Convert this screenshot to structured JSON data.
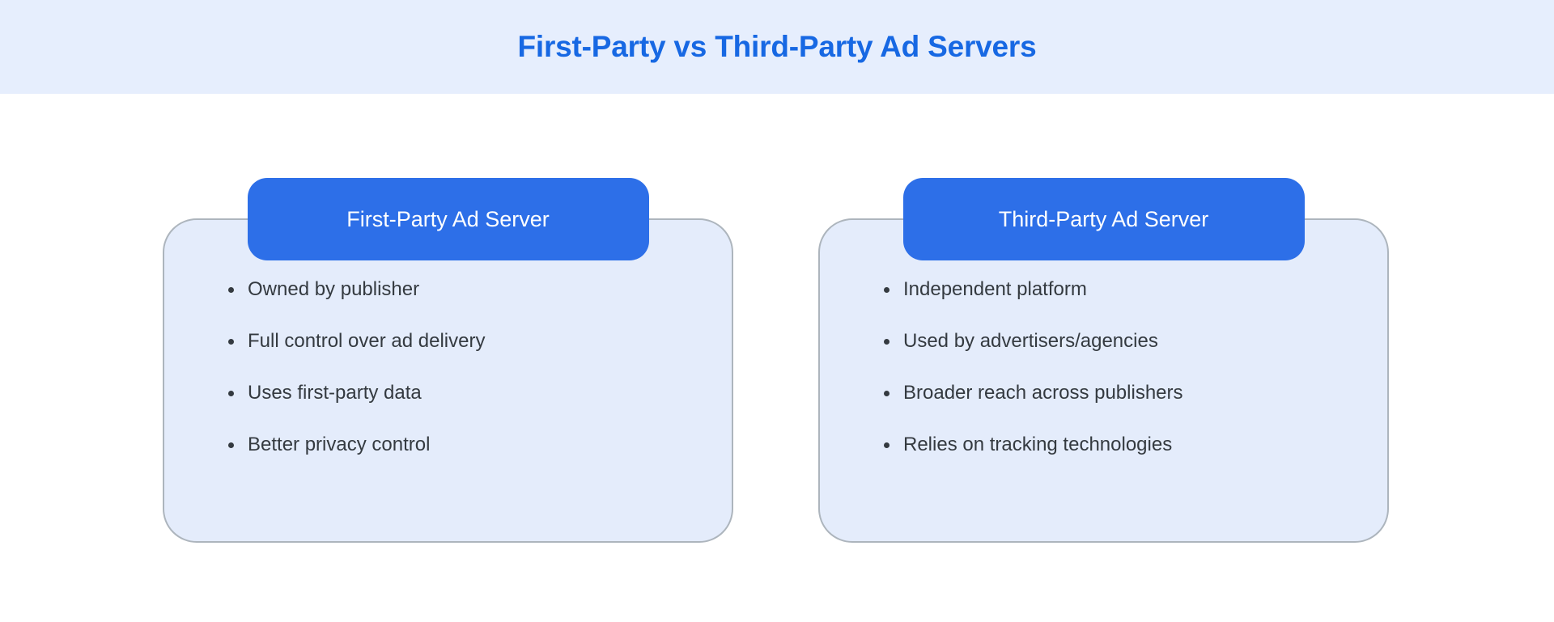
{
  "header": {
    "title": "First-Party vs Third-Party Ad Servers",
    "background_color": "#e6eefd",
    "title_color": "#1768e3"
  },
  "theme": {
    "badge_color": "#2d6fe8",
    "badge_text_color": "#ffffff",
    "card_fill": "#e4ecfb",
    "card_border": "#adb5bd",
    "body_text_color": "#343a40",
    "page_background": "#ffffff"
  },
  "cards": [
    {
      "badge_label": "First-Party Ad Server",
      "items": [
        "Owned by publisher",
        "Full control over ad delivery",
        "Uses first-party data",
        "Better privacy control"
      ]
    },
    {
      "badge_label": "Third-Party Ad Server",
      "items": [
        "Independent platform",
        "Used by advertisers/agencies",
        "Broader reach across publishers",
        "Relies on tracking technologies"
      ]
    }
  ]
}
